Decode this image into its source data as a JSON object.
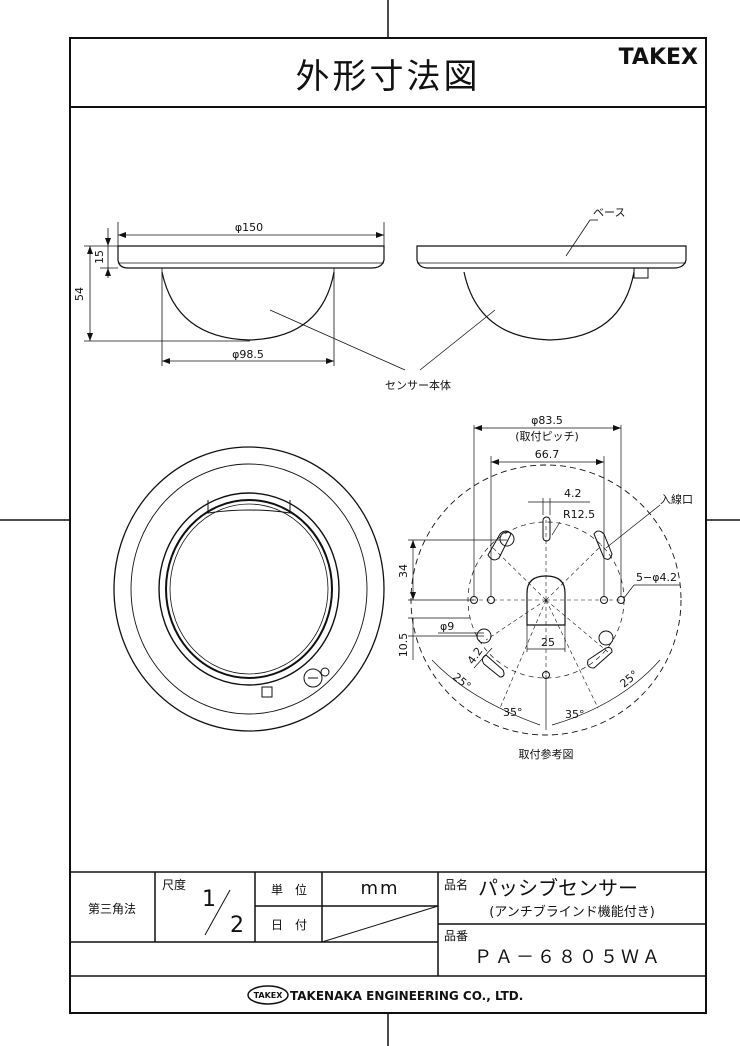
{
  "header": {
    "title": "外形寸法図",
    "brand": "TAKEX"
  },
  "side_view": {
    "dim_diameter_top": "φ150",
    "dim_height_left": "54",
    "dim_height_base": "15",
    "dim_diameter_bottom": "φ98.5",
    "label_sensor_body": "センサー本体",
    "label_base": "ベース"
  },
  "mount_view": {
    "dim_pitch": "φ83.5",
    "dim_pitch_note": "(取付ピッチ)",
    "dim_667": "66.7",
    "dim_42_top": "4.2",
    "dim_r125": "R12.5",
    "label_entry": "入線口",
    "dim_holes": "5−φ4.2",
    "dim_34": "34",
    "dim_105": "10.5",
    "dim_phi9": "φ9",
    "dim_25": "25",
    "dim_42_side": "4.2",
    "angle_25_left": "25°",
    "angle_25_right": "25°",
    "angle_35_left": "35°",
    "angle_35_right": "35°",
    "caption": "取付参考図"
  },
  "title_block": {
    "projection": "第三角法",
    "scale_label": "尺度",
    "scale_num": "1",
    "scale_den": "2",
    "unit_label": "単　位",
    "unit_value": "mm",
    "date_label": "日　付",
    "name_label": "品名",
    "name_value": "パッシブセンサー",
    "name_sub": "(アンチブラインド機能付き)",
    "part_label": "品番",
    "part_value": "ＰＡ－６８０５ＷＡ",
    "company_logo": "TAKEX",
    "company_name": "TAKENAKA ENGINEERING CO., LTD."
  }
}
